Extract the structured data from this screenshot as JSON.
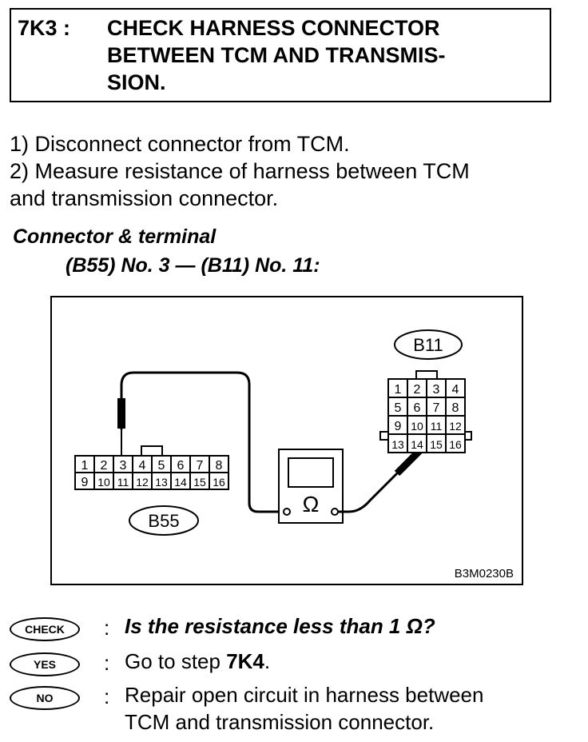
{
  "header": {
    "step_code": "7K3 :",
    "title_lines": [
      "CHECK HARNESS CONNECTOR",
      "BETWEEN TCM AND TRANSMIS-",
      "SION."
    ]
  },
  "instructions": {
    "line1": "1)  Disconnect connector from TCM.",
    "line2": "2)  Measure resistance of harness between TCM",
    "line3": "and transmission connector."
  },
  "connector": {
    "heading": "Connector & terminal",
    "spec": "(B55) No. 3 — (B11) No. 11:"
  },
  "diagram": {
    "b55": {
      "label": "B55",
      "row1": [
        "1",
        "2",
        "3",
        "4",
        "5",
        "6",
        "7",
        "8"
      ],
      "row2": [
        "9",
        "10",
        "11",
        "12",
        "13",
        "14",
        "15",
        "16"
      ]
    },
    "b11": {
      "label": "B11",
      "rows": [
        [
          "1",
          "2",
          "3",
          "4"
        ],
        [
          "5",
          "6",
          "7",
          "8"
        ],
        [
          "9",
          "10",
          "11",
          "12"
        ],
        [
          "13",
          "14",
          "15",
          "16"
        ]
      ]
    },
    "meter_symbol": "Ω",
    "figure_code": "B3M0230B"
  },
  "results": {
    "check_badge": "CHECK",
    "check_text": "Is the resistance less than 1 Ω?",
    "yes_badge": "YES",
    "yes_prefix": "Go to step ",
    "yes_step": "7K4",
    "yes_suffix": ".",
    "no_badge": "NO",
    "no_line1": "Repair open circuit in harness between",
    "no_line2": "TCM and transmission connector.",
    "colon": ":"
  }
}
